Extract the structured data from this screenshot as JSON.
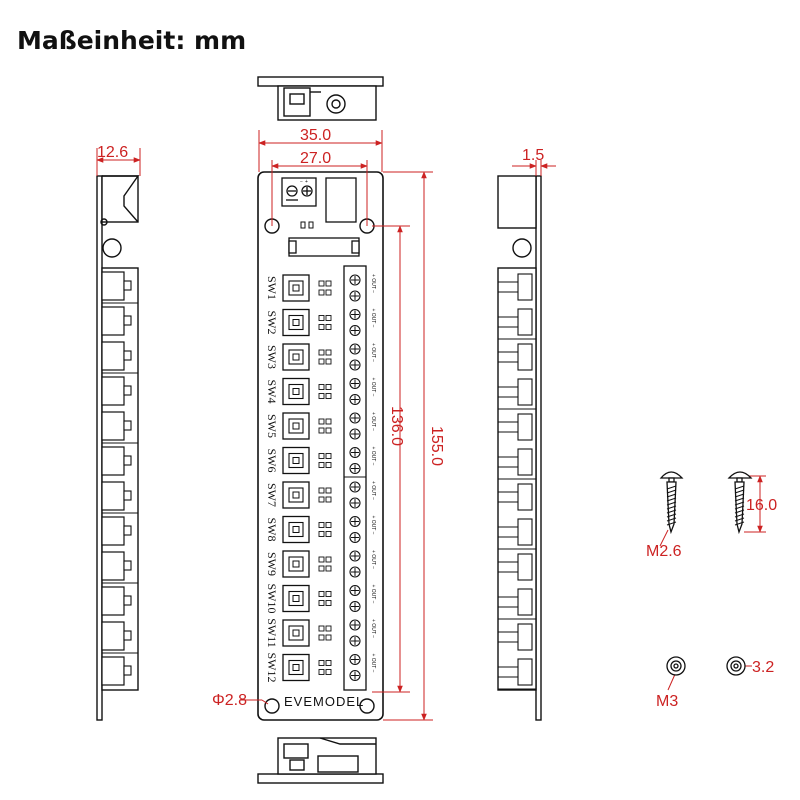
{
  "title": "Maßeinheit: mm",
  "brand": "EVEMODEL",
  "switches": [
    "SW1",
    "SW2",
    "SW3",
    "SW4",
    "SW5",
    "SW6",
    "SW7",
    "SW8",
    "SW9",
    "SW10",
    "SW11",
    "SW12"
  ],
  "terminal_label": "+ OUT −",
  "dimensions": {
    "width_outer": "35.0",
    "width_inner": "27.0",
    "length_outer": "155.0",
    "length_inner": "136.0",
    "hole_diameter": "Φ2.8",
    "side_height": "12.6",
    "thickness": "1.5",
    "screw_length": "16.0",
    "screw_size": "M2.6",
    "washer_size": "M3",
    "washer_inner": "3.2"
  },
  "colors": {
    "dimension": "#cc2222",
    "outline": "#111111"
  }
}
